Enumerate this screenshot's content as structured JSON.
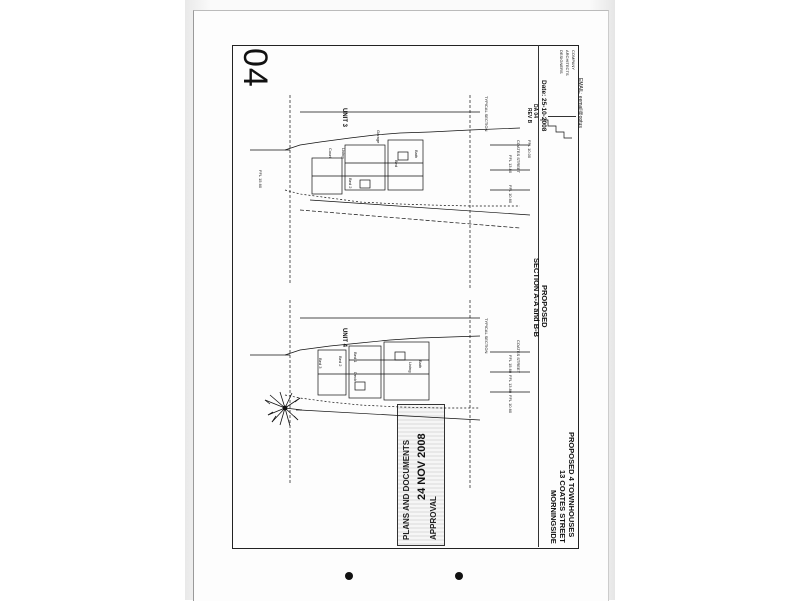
{
  "sheet": {
    "number": "04",
    "date": "Date: 25-10-2008",
    "da": "DA 04",
    "rev": "REV B",
    "firm_lines": [
      "COMPANY",
      "ARCHITECTS",
      "DESIGNERS"
    ],
    "email": "EMAIL: eemail@optus"
  },
  "project": {
    "line1": "PROPOSED  4  TOWNHOUSES",
    "line2": "13  COATES  STREET",
    "line3": "MORNINGSIDE"
  },
  "drawing_title": {
    "line1": "PROPOSED",
    "line2": "SECTION A-A  and  B-B"
  },
  "stamp": {
    "line1": "PLANS AND DOCUMENTS",
    "line2": "24 NOV 2008",
    "line3": "APPROVAL"
  },
  "section_upper": {
    "unit_label": "UNIT 3",
    "typical_label": "TYPICAL SECTION",
    "rooms": [
      "Garage",
      "Living",
      "Court",
      "Bath",
      "Bed",
      "Bed 2"
    ],
    "street_label": "COATES STREET",
    "levels": [
      "FFL 10.00",
      "FFL 13.80",
      "FFL 10.60",
      "FFL 15.60"
    ]
  },
  "section_lower": {
    "unit_label": "UNIT 4",
    "typical_label": "TYPICAL SECTION",
    "rooms": [
      "Bath",
      "Living",
      "Bed 1",
      "Deck",
      "Bed 2",
      "Bed 3"
    ],
    "street_label": "COATES STREET",
    "levels": [
      "FFL 15.60",
      "FFL 13.80",
      "FFL 10.60"
    ]
  },
  "punch_holes": 2
}
